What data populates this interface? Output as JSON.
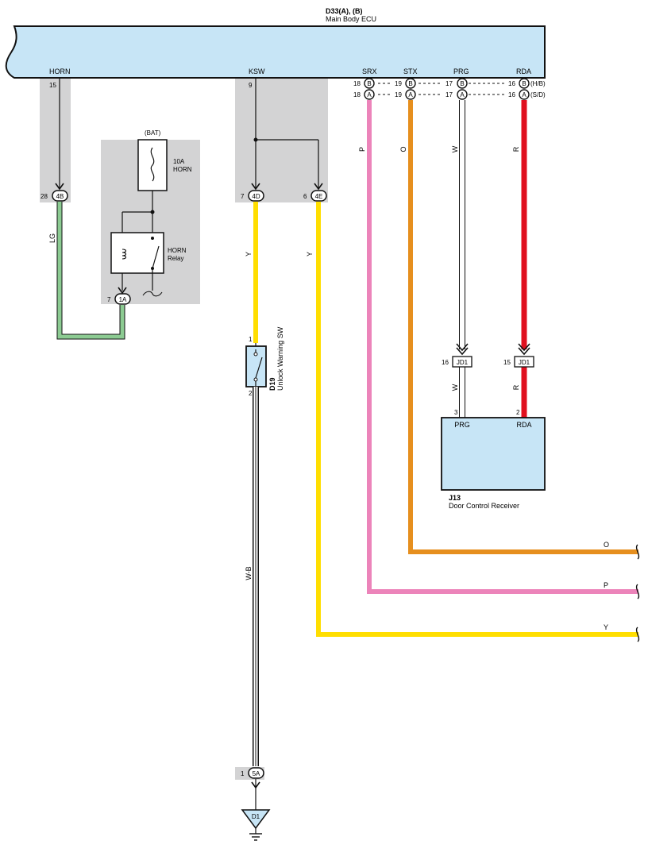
{
  "ecu": {
    "code": "D33(A), (B)",
    "name": "Main Body ECU",
    "terminals": {
      "horn": {
        "name": "HORN",
        "pin": "15"
      },
      "ksw": {
        "name": "KSW",
        "pin": "9"
      },
      "srx": {
        "name": "SRX",
        "pin_b": "18",
        "pin_a": "18"
      },
      "stx": {
        "name": "STX",
        "pin_b": "19",
        "pin_a": "19"
      },
      "prg": {
        "name": "PRG",
        "pin_b": "17",
        "pin_a": "17"
      },
      "rda": {
        "name": "RDA",
        "pin_b": "16",
        "pin_a": "16",
        "variant_b": "(H/B)",
        "variant_a": "(S/D)"
      }
    },
    "connector_b": "B",
    "connector_a": "A"
  },
  "junctions": {
    "j4b": {
      "label": "4B",
      "pin": "28"
    },
    "j4d": {
      "label": "4D",
      "pin": "7"
    },
    "j4e": {
      "label": "4E",
      "pin": "6"
    },
    "j1a": {
      "label": "1A",
      "pin": "7"
    },
    "j5a": {
      "label": "5A",
      "pin": "1"
    }
  },
  "power": {
    "source": "(BAT)",
    "fuse_rating": "10A",
    "fuse_name": "HORN",
    "relay_name": "HORN",
    "relay_suffix": "Relay"
  },
  "switch": {
    "code": "D19",
    "name": "Unlock Warning SW",
    "pin_top": "1",
    "pin_bottom": "2"
  },
  "receiver": {
    "code": "J13",
    "name": "Door Control Receiver",
    "prg_label": "PRG",
    "rda_label": "RDA",
    "prg_pin": "3",
    "rda_pin": "2",
    "connector": "JD1",
    "connector_prg_pin": "16",
    "connector_rda_pin": "15"
  },
  "ground": {
    "label": "D1"
  },
  "wires": {
    "lg": {
      "label": "LG",
      "color": "#8ccb92"
    },
    "y": {
      "label": "Y",
      "color": "#ffde00"
    },
    "p": {
      "label": "P",
      "color": "#ec84ba"
    },
    "o": {
      "label": "O",
      "color": "#e68f1e"
    },
    "r": {
      "label": "R",
      "color": "#e0101f"
    },
    "w": {
      "label": "W",
      "color": "#ffffff"
    },
    "wb": {
      "label": "W-B",
      "color": "#ffffff"
    }
  },
  "colors": {
    "ecu_fill": "#c7e5f6",
    "shade": "#d3d3d4",
    "wire_outline": "#111111"
  }
}
